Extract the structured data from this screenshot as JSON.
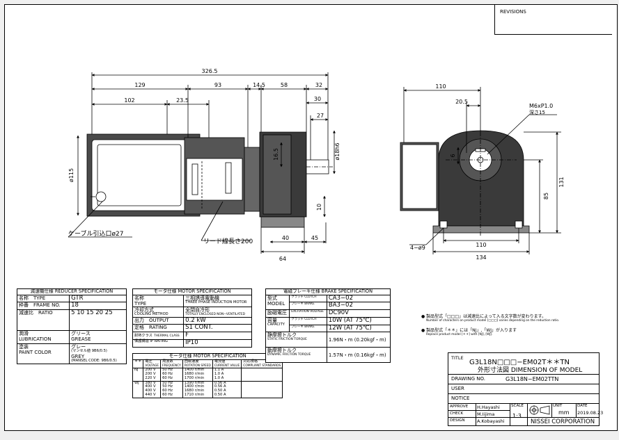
{
  "revisions_label": "REVISIONS",
  "front_view": {
    "dims": {
      "overall": "326.5",
      "d129": "129",
      "d93": "93",
      "d14_5": "14.5",
      "d58": "58",
      "d32": "32",
      "d102": "102",
      "d23_5": "23.5",
      "d30": "30",
      "d27": "27",
      "dia115": "ø115",
      "d16_5": "16.5",
      "dia18": "ø18h6",
      "d10": "10",
      "d40": "40",
      "d45": "45",
      "d64": "64"
    },
    "cable_label": "ケーブル引込口ø27",
    "lead_label": "リード線長さ200"
  },
  "side_view": {
    "dims": {
      "d110": "110",
      "d20_5": "20.5",
      "d6": "6",
      "d131": "131",
      "d85": "85",
      "d110b": "110",
      "d134": "134"
    },
    "tap_label": "M6xP1.0",
    "tap_depth": "深さ15",
    "holes_label": "4−ø9"
  },
  "reducer_spec": {
    "title": "減速機仕様 REDUCER SPECIFICATION",
    "rows": [
      {
        "label": "名称　TYPE",
        "value": "GTR"
      },
      {
        "label": "枠番　FRAME NO.",
        "value": "18"
      },
      {
        "label": "減速比　RATIO",
        "value": "5 10 15 20 25"
      },
      {
        "label": "潤滑",
        "label2": "LUBRICATION",
        "value": "グリース",
        "value2": "GREASE"
      },
      {
        "label": "塗装",
        "label2": "PAINT COLOR",
        "value": "グレー",
        "value2": "(マンセル値 9B6/0.5)",
        "value3": "GREY",
        "value4": "(MANSEL CODE: 9B6/0.5)"
      }
    ]
  },
  "motor_spec": {
    "title": "モータ仕様 MOTOR SPECIFICATION",
    "rows": [
      {
        "label": "名称",
        "label2": "TYPE",
        "value": "三相誘導電動機",
        "value2": "THREE PHASE INDUCTION MOTOR"
      },
      {
        "label": "冷却方式",
        "label2": "COOLING METHOD",
        "value": "全閉自冷形",
        "value2": "TOTALLY ENCLOSED NON−VENTILATED"
      },
      {
        "label": "出力　OUTPUT",
        "value": "0.2 kW"
      },
      {
        "label": "定格　RATING",
        "value": "S1 CONT."
      },
      {
        "label": "耐熱クラス",
        "label2": "THERMAL CLASS",
        "value": "F"
      },
      {
        "label": "保護構造 IP RATING",
        "value": "IP10"
      }
    ],
    "sub_title": "モータ仕様 MOTOR SPECIFICATION",
    "sub_headers": [
      {
        "jp": "＊＊",
        "en": ""
      },
      {
        "jp": "電圧",
        "en": "VOLTAGE"
      },
      {
        "jp": "周波数",
        "en": "FREQUENCY"
      },
      {
        "jp": "回転速度",
        "en": "ROTATION SPEED"
      },
      {
        "jp": "電流値",
        "en": "CURRENT VALUE"
      },
      {
        "jp": "対応規格",
        "en": "COMPLIANT STANDARDS"
      }
    ],
    "groups": [
      {
        "code": "NJ",
        "rows": [
          {
            "v": "200 V",
            "f": "50 Hz",
            "r": "1400 r/min",
            "c": "1.1 A"
          },
          {
            "v": "200 V",
            "f": "60 Hz",
            "r": "1680 r/min",
            "c": "1.0 A"
          },
          {
            "v": "220 V",
            "f": "60 Hz",
            "r": "1700 r/min",
            "c": "1.0 A"
          }
        ]
      },
      {
        "code": "WJ",
        "rows": [
          {
            "v": "380 V",
            "f": "50 Hz",
            "r": "1390 r/min",
            "c": "0.56 A"
          },
          {
            "v": "400 V",
            "f": "50 Hz",
            "r": "1400 r/min",
            "c": "0.56 A"
          },
          {
            "v": "400 V",
            "f": "60 Hz",
            "r": "1680 r/min",
            "c": "0.50 A"
          },
          {
            "v": "440 V",
            "f": "60 Hz",
            "r": "1710 r/min",
            "c": "0.50 A"
          }
        ]
      }
    ]
  },
  "brake_spec": {
    "title": "電磁ブレーキ仕様 BRAKE SPECIFICATION",
    "rows": [
      {
        "label": "型式",
        "label2": "MODEL",
        "subs": [
          {
            "s": "クラッチ CLUTCH",
            "v": "CA3−02"
          },
          {
            "s": "ブレーキ BRAKE",
            "v": "BA3−02"
          }
        ]
      },
      {
        "label": "励磁電圧",
        "label2": "",
        "subs": [
          {
            "s": "EXCITATION VOLTAGE",
            "v": "DC90V"
          }
        ]
      },
      {
        "label": "容量",
        "label2": "CAPACITY",
        "subs": [
          {
            "s": "クラッチ CLUTCH",
            "v": "10W (AT 75℃)"
          },
          {
            "s": "ブレーキ BRAKE",
            "v": "12W (AT 75℃)"
          }
        ]
      },
      {
        "label": "静摩擦トルク",
        "label2": "STATIC FRICTION TORQUE",
        "subs": [
          {
            "s": "",
            "v": "1.96N・m (0.20kgf・m)"
          }
        ]
      },
      {
        "label": "動摩擦トルク",
        "label2": "DYNAMIC FRICTION TORQUE",
        "subs": [
          {
            "s": "",
            "v": "1.57N・m (0.16kgf・m)"
          }
        ]
      }
    ]
  },
  "notes": [
    {
      "jp": "● 製品型式「□□□」は減速比によって入る文字数が変わります。",
      "en": "Number of characters on product model [□□□] varies depending on the reduction ratio."
    },
    {
      "jp": "● 製品型式「＊＊」には「NJ」,「WJ」が入ります",
      "en": "Replace product model [＊＊] with [NJ], [WJ]."
    }
  ],
  "title_block": {
    "title_label": "TITLE",
    "title_line1": "G3L18N□□□−EM02T＊＊TN",
    "title_line2": "外形寸法図 DIMENSION OF MODEL",
    "drawing_no_label": "DRAWING NO.",
    "drawing_no": "G3L18N−EM02TTN",
    "user_label": "USER",
    "notice_label": "NOTICE",
    "approve_label": "APPROVE",
    "approve": "H.Hayashi",
    "check_label": "CHECK",
    "check": "M.Iijima",
    "design_label": "DESIGN",
    "design": "A.Kobayashi",
    "scale_label": "SCALE",
    "scale": "1:3",
    "unit_label": "UNIT",
    "unit": "mm",
    "date_label": "DATE",
    "date": "2019.08.23",
    "company": "NISSEI CORPORATION"
  }
}
